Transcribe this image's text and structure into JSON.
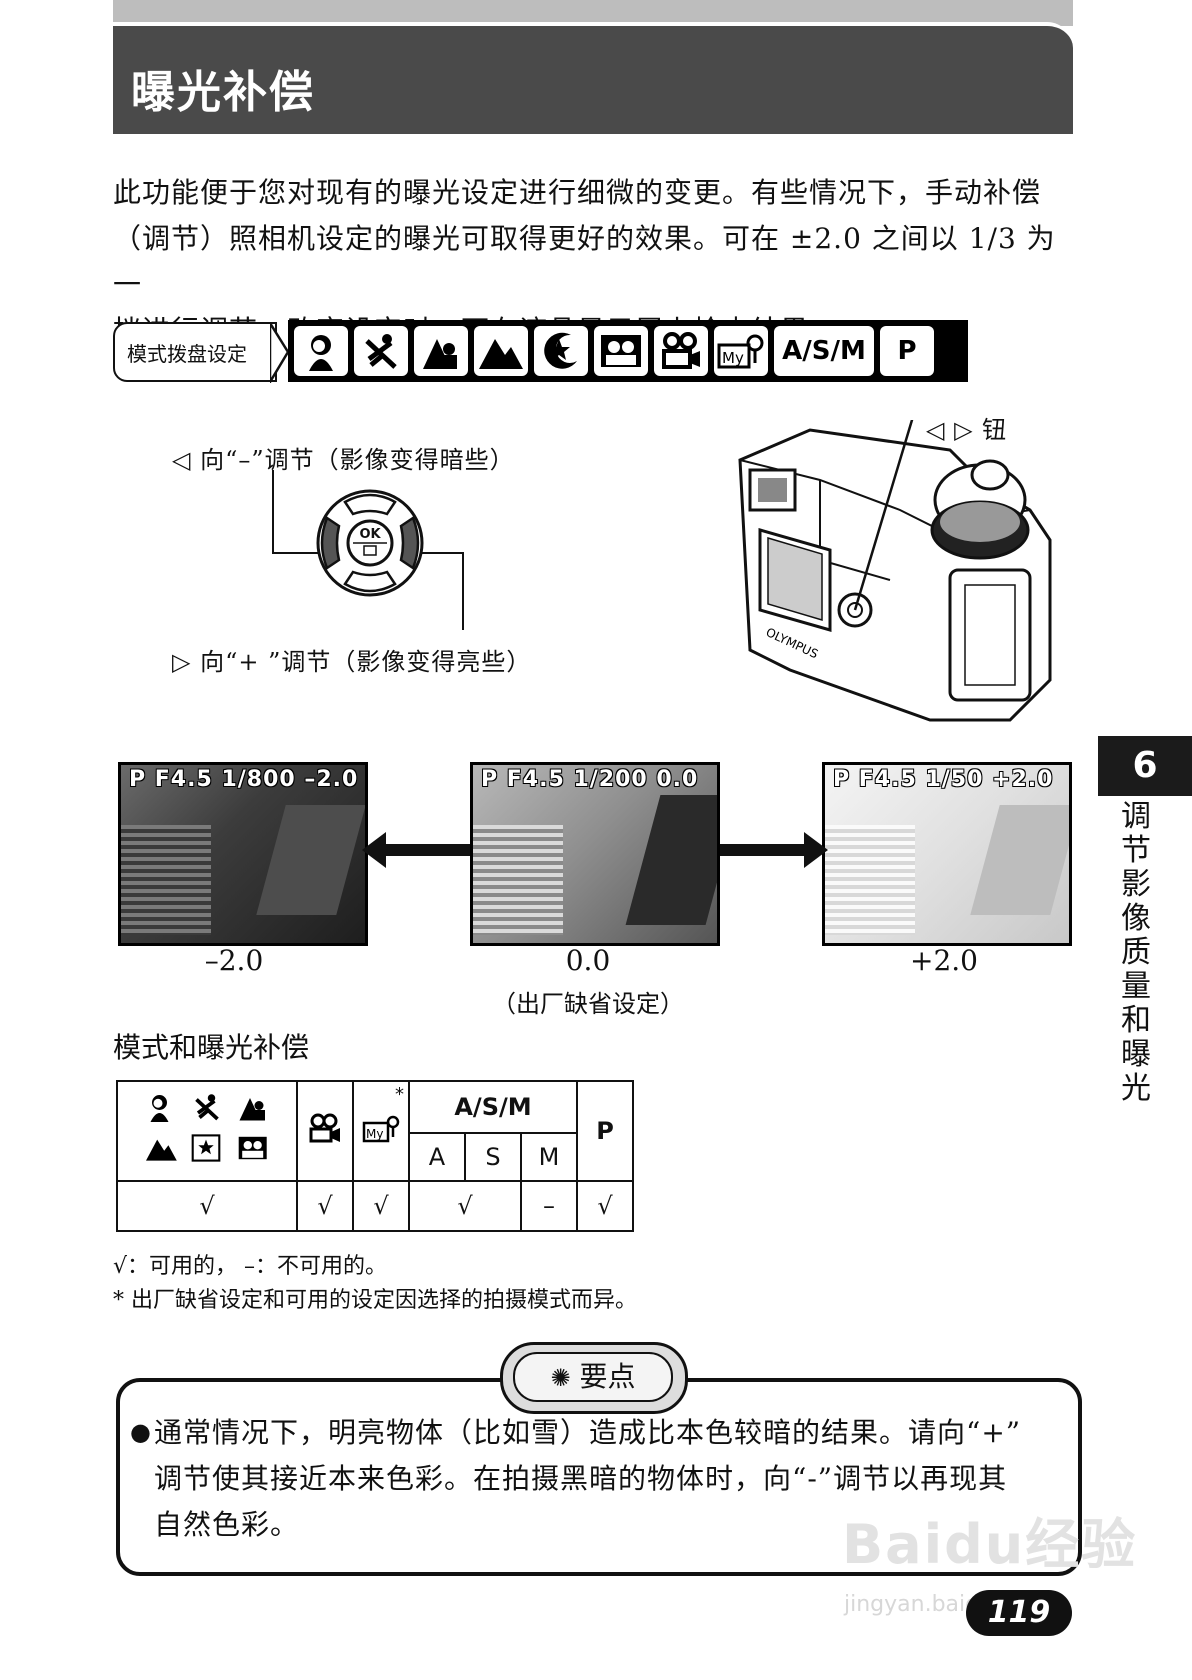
{
  "header": {
    "title": "曝光补偿"
  },
  "intro": {
    "line1": "此功能便于您对现有的曝光设定进行细微的变更。有些情况下，手动补偿",
    "line2": "（调节）照相机设定的曝光可取得更好的效果。可在 ±2.0 之间以 1/3 为一",
    "line3": "挡进行调节。改变设定时，可在液晶显示屏上检查结果。"
  },
  "mode_dial": {
    "label": "模式拨盘设定",
    "icons": [
      "portrait-icon",
      "sports-icon",
      "landscape-portrait-icon",
      "landscape-icon",
      "night-scene-icon",
      "self-portrait-icon",
      "movie-icon",
      "my-mode-icon"
    ],
    "asm": "A/S/M",
    "p": "P"
  },
  "dial_instructions": {
    "minus": "◁ 向“–”调节（影像变得暗些）",
    "plus": "▷ 向“+ ”调节（影像变得亮些）",
    "ok": "OK",
    "button_label": "◁ ▷ 钮"
  },
  "camera": {
    "brand": "OLYMPUS"
  },
  "previews": [
    {
      "readout": "P  F4.5 1/800 –2.0",
      "value": "–2.0",
      "sub": ""
    },
    {
      "readout": "P  F4.5 1/200   0.0",
      "value": "0.0",
      "sub": "（出厂缺省设定）"
    },
    {
      "readout": "P  F4.5   1/50 +2.0",
      "value": "+2.0",
      "sub": ""
    }
  ],
  "mode_table": {
    "title": "模式和曝光补偿",
    "asm_header": "A/S/M",
    "p_header": "P",
    "a": "A",
    "s": "S",
    "m": "M",
    "my_star": "*",
    "row": [
      "√",
      "√",
      "√",
      "√",
      "–",
      "√"
    ]
  },
  "notes": {
    "legend": "√：可用的，  –：不可用的。",
    "footnote": "* 出厂缺省设定和可用的设定因选择的拍摄模式而异。"
  },
  "tip": {
    "title": "要点",
    "text1": "通常情况下，明亮物体（比如雪）造成比本色较暗的结果。请向“+”",
    "text2": "调节使其接近本来色彩。在拍摄黑暗的物体时，向“-”调节以再现其",
    "text3": "自然色彩。"
  },
  "side_tab": {
    "number": "6",
    "text": "调节影像质量和曝光"
  },
  "page_number": "119",
  "watermark": {
    "main": "Baidu经验",
    "sub": "jingyan.baidu.com"
  }
}
